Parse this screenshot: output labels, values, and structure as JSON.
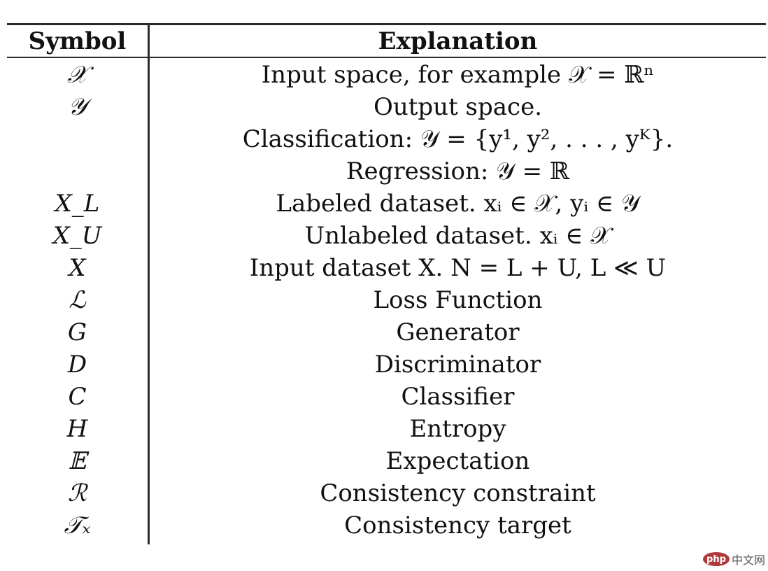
{
  "header": {
    "symbol": "Symbol",
    "explanation": "Explanation"
  },
  "rows": [
    {
      "symbol": "𝒳",
      "explanation": "Input space, for example 𝒳 = ℝⁿ"
    },
    {
      "symbol": "𝒴",
      "explanation": "Output space."
    },
    {
      "symbol": "",
      "explanation": "Classification: 𝒴 = {y¹, y², . . . , yᴷ}."
    },
    {
      "symbol": "",
      "explanation": "Regression: 𝒴 = ℝ"
    },
    {
      "symbol": "X_L",
      "explanation": "Labeled dataset. xᵢ ∈ 𝒳, yᵢ ∈ 𝒴"
    },
    {
      "symbol": "X_U",
      "explanation": "Unlabeled dataset. xᵢ ∈ 𝒳"
    },
    {
      "symbol": "X",
      "explanation": "Input dataset X. N = L + U, L ≪ U"
    },
    {
      "symbol": "ℒ",
      "explanation": "Loss Function"
    },
    {
      "symbol": "G",
      "explanation": "Generator"
    },
    {
      "symbol": "D",
      "explanation": "Discriminator"
    },
    {
      "symbol": "C",
      "explanation": "Classifier"
    },
    {
      "symbol": "H",
      "explanation": "Entropy"
    },
    {
      "symbol": "𝔼",
      "explanation": "Expectation"
    },
    {
      "symbol": "ℛ",
      "explanation": "Consistency constraint"
    },
    {
      "symbol": "𝒯ₓ",
      "explanation": "Consistency target"
    }
  ],
  "watermark": {
    "badge": "php",
    "text": "中文网"
  }
}
